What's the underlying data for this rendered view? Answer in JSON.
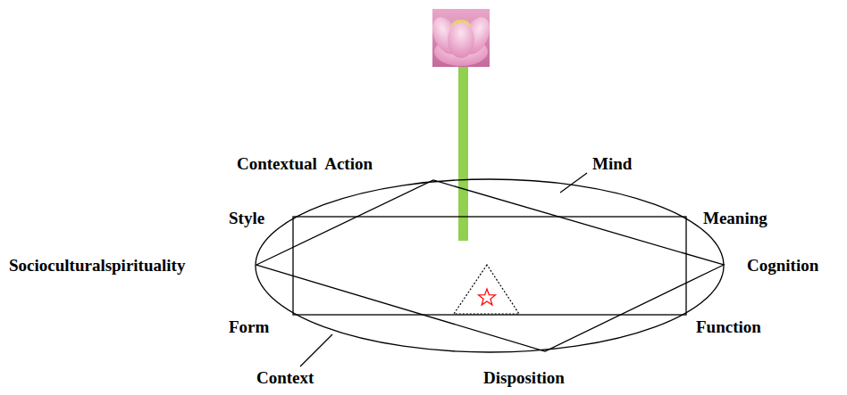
{
  "diagram": {
    "labels": [
      "Contextual  Action",
      "Mind",
      "Style",
      "Meaning",
      "Socioculturalspirituality",
      "Cognition",
      "Form",
      "Function",
      "Context",
      "Disposition"
    ]
  }
}
